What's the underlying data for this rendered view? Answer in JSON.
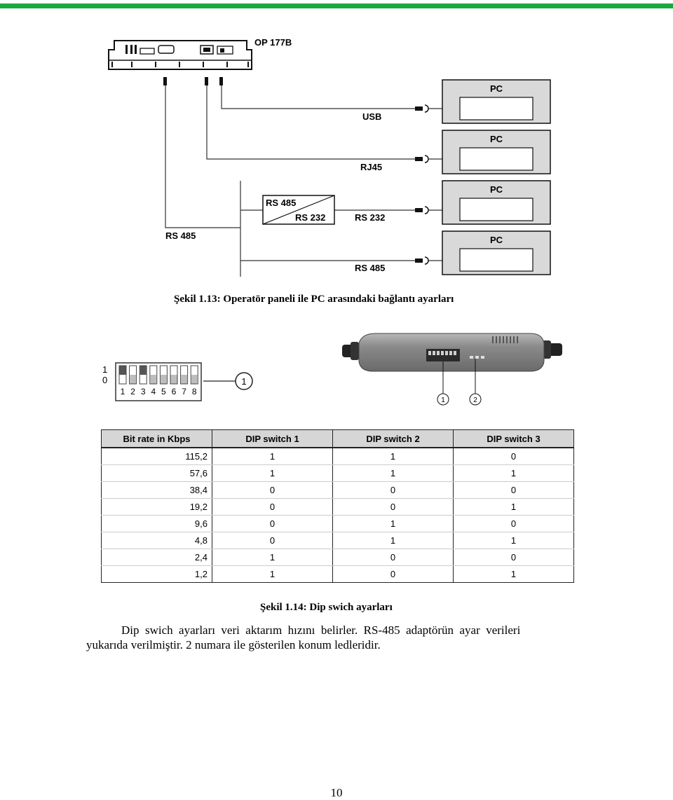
{
  "figure1": {
    "panel_label": "OP 177B",
    "pc_labels": [
      "PC",
      "PC",
      "PC",
      "PC"
    ],
    "conn_usb": "USB",
    "conn_rj45": "RJ45",
    "adapter_rs485": "RS 485",
    "adapter_rs232": "RS 232",
    "conn_rs232": "RS 232",
    "bus_rs485": "RS 485",
    "conn_rs485": "RS 485",
    "caption": "Şekil 1.13: Operatör paneli ile PC arasındaki bağlantı ayarları"
  },
  "figure2": {
    "row_one": "1",
    "row_zero": "0",
    "switch_numbers": [
      "1",
      "2",
      "3",
      "4",
      "5",
      "6",
      "7",
      "8"
    ],
    "switch_positions": [
      1,
      0,
      1,
      0,
      0,
      0,
      0,
      0
    ],
    "callout_1": "1",
    "device_callout_1": "1",
    "device_callout_2": "2",
    "caption": "Şekil 1.14: Dip swich ayarları"
  },
  "table": {
    "headers": [
      "Bit rate in Kbps",
      "DIP switch 1",
      "DIP switch 2",
      "DIP switch 3"
    ],
    "rows": [
      [
        "115,2",
        "1",
        "1",
        "0"
      ],
      [
        "57,6",
        "1",
        "1",
        "1"
      ],
      [
        "38,4",
        "0",
        "0",
        "0"
      ],
      [
        "19,2",
        "0",
        "0",
        "1"
      ],
      [
        "9,6",
        "0",
        "1",
        "0"
      ],
      [
        "4,8",
        "0",
        "1",
        "1"
      ],
      [
        "2,4",
        "1",
        "0",
        "0"
      ],
      [
        "1,2",
        "1",
        "0",
        "1"
      ]
    ]
  },
  "paragraph": {
    "line1": "Dip swich ayarları veri aktarım hızını belirler. RS-485 adaptörün ayar verileri",
    "line2": "yukarıda verilmiştir. 2 numara ile gösterilen konum ledleridir."
  },
  "page_number": "10",
  "colors": {
    "top_bar": "#18a83c",
    "pc_box": "#d9d9d9",
    "table_header": "#d6d6d6"
  }
}
